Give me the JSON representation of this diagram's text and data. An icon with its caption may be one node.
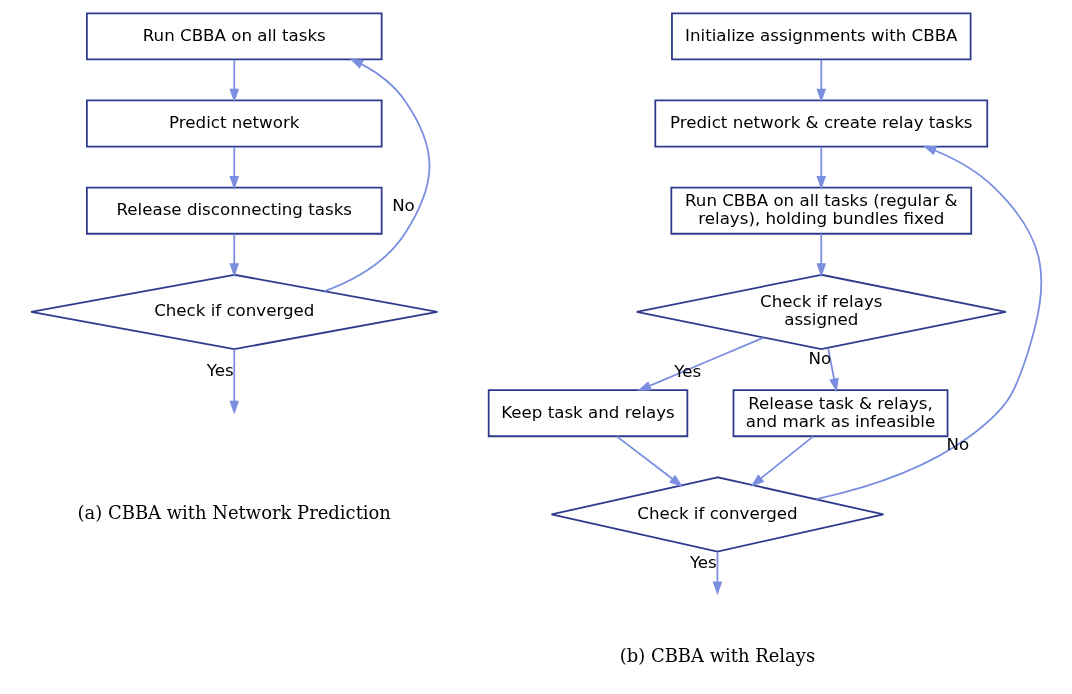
{
  "diagram": {
    "nodes": [
      {
        "text": [
          "Run CBBA on all tasks"
        ]
      },
      {
        "text": [
          "Predict network"
        ]
      },
      {
        "text": [
          "Release disconnecting tasks"
        ]
      },
      {
        "text": [
          "Check if converged"
        ]
      },
      {
        "text": [
          "Initialize assignments with CBBA"
        ]
      },
      {
        "text": [
          "Predict network & create relay tasks"
        ]
      },
      {
        "text": [
          "Run CBBA on all tasks (regular & relays), holding bundles fixed"
        ]
      },
      {
        "text": [
          "Check if relays assigned"
        ]
      },
      {
        "text": [
          "Keep task and relays"
        ]
      },
      {
        "text": [
          "Release task & relays, and mark as infeasible"
        ]
      },
      {
        "text": [
          "Check if converged"
        ]
      }
    ],
    "edges": [
      {
        "from": 0,
        "to": 1,
        "arrow": "to"
      },
      {
        "from": 1,
        "to": 2,
        "arrow": "to"
      },
      {
        "from": 2,
        "to": 3,
        "arrow": "to"
      },
      {
        "from": 3,
        "to": null,
        "arrow": "to",
        "label": "Yes"
      },
      {
        "from": 3,
        "to": 0,
        "arrow": "to",
        "label": "No"
      },
      {
        "from": 4,
        "to": 5,
        "arrow": "to"
      },
      {
        "from": 5,
        "to": 6,
        "arrow": "to"
      },
      {
        "from": 6,
        "to": 7,
        "arrow": "to"
      },
      {
        "from": 7,
        "to": 8,
        "arrow": "to",
        "label": "Yes"
      },
      {
        "from": 7,
        "to": 9,
        "arrow": "to",
        "label": "No"
      },
      {
        "from": 8,
        "to": 10,
        "arrow": "to"
      },
      {
        "from": 9,
        "to": 10,
        "arrow": "to"
      },
      {
        "from": 10,
        "to": null,
        "arrow": "to",
        "label": "Yes"
      },
      {
        "from": 10,
        "to": 5,
        "arrow": "to",
        "label": "No"
      }
    ],
    "labels": [
      "(a) CBBA with Network Prediction",
      "(b) CBBA with Relays"
    ]
  }
}
